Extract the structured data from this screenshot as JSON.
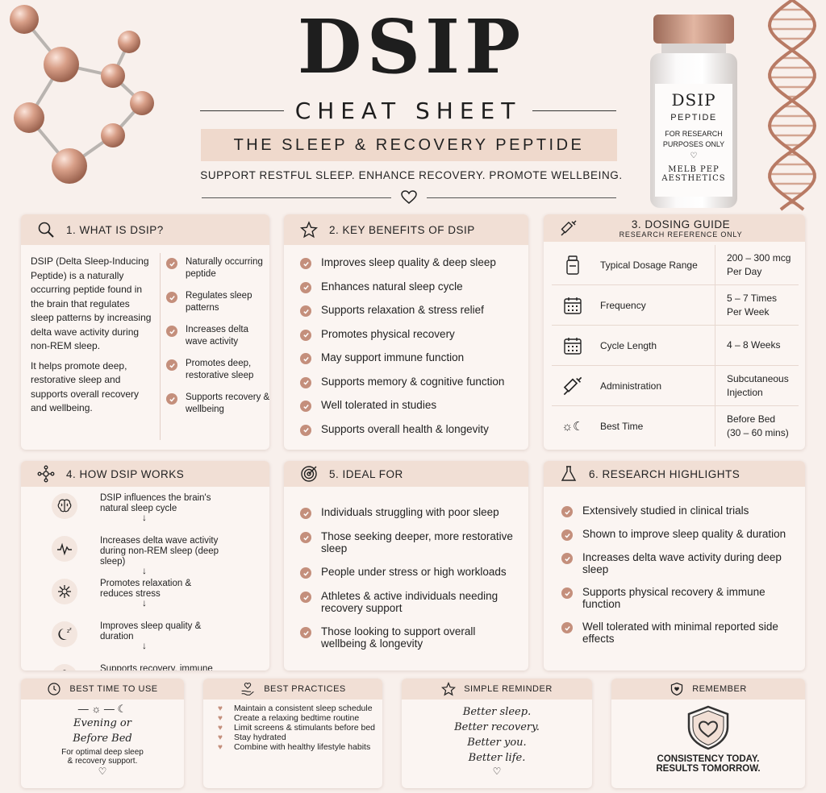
{
  "header": {
    "title": "DSIP",
    "subtitle": "CHEAT SHEET",
    "banner": "THE SLEEP & RECOVERY PEPTIDE",
    "tagline": "SUPPORT RESTFUL SLEEP. ENHANCE RECOVERY. PROMOTE WELLBEING."
  },
  "vial": {
    "name": "DSIP",
    "type": "PEPTIDE",
    "note": "FOR RESEARCH PURPOSES ONLY",
    "brand_line1": "MELB PEP",
    "brand_line2": "AESTHETICS"
  },
  "what_is": {
    "heading": "1. WHAT IS DSIP?",
    "paragraph1": "DSIP (Delta Sleep-Inducing Peptide) is a naturally occurring peptide found in the brain that regulates sleep patterns by increasing delta wave activity during non-REM sleep.",
    "paragraph2": "It helps promote deep, restorative sleep and supports overall recovery and wellbeing.",
    "points": [
      "Naturally occurring peptide",
      "Regulates sleep patterns",
      "Increases delta wave activity",
      "Promotes deep, restorative sleep",
      "Supports recovery & wellbeing"
    ]
  },
  "benefits": {
    "heading": "2. KEY BENEFITS OF DSIP",
    "items": [
      "Improves sleep quality & deep sleep",
      "Enhances natural sleep cycle",
      "Supports relaxation & stress relief",
      "Promotes physical recovery",
      "May support immune function",
      "Supports memory & cognitive function",
      "Well tolerated in studies",
      "Supports overall health & longevity"
    ]
  },
  "dosing": {
    "heading": "3. DOSING GUIDE",
    "subheading": "RESEARCH REFERENCE ONLY",
    "rows": [
      {
        "label": "Typical Dosage Range",
        "value1": "200 – 300 mcg",
        "value2": "Per Day"
      },
      {
        "label": "Frequency",
        "value1": "5 – 7 Times",
        "value2": "Per Week"
      },
      {
        "label": "Cycle Length",
        "value1": "4 – 8 Weeks",
        "value2": ""
      },
      {
        "label": "Administration",
        "value1": "Subcutaneous",
        "value2": "Injection"
      },
      {
        "label": "Best Time",
        "value1": "Before Bed",
        "value2": "(30 – 60 mins)"
      }
    ]
  },
  "how_works": {
    "heading": "4. HOW DSIP WORKS",
    "steps": [
      "DSIP influences the brain's natural sleep cycle",
      "Increases delta wave activity during non-REM sleep (deep sleep)",
      "Promotes relaxation & reduces stress",
      "Improves sleep quality & duration",
      "Supports recovery, immune function & overall wellbeing"
    ],
    "icons": [
      "brain-icon",
      "wave-icon",
      "calm-icon",
      "moon-icon",
      "shield-icon"
    ]
  },
  "ideal_for": {
    "heading": "5. IDEAL FOR",
    "items": [
      "Individuals struggling with poor sleep",
      "Those seeking deeper, more restorative sleep",
      "People under stress or high workloads",
      "Athletes & active individuals needing recovery support",
      "Those looking to support overall wellbeing & longevity"
    ]
  },
  "research": {
    "heading": "6. RESEARCH HIGHLIGHTS",
    "items": [
      "Extensively studied in clinical trials",
      "Shown to improve sleep quality & duration",
      "Increases delta wave activity during deep sleep",
      "Supports physical recovery & immune function",
      "Well tolerated with minimal reported side effects"
    ]
  },
  "best_time": {
    "heading": "BEST TIME TO USE",
    "script_line1": "Evening or",
    "script_line2": "Before Bed",
    "note1": "For optimal deep sleep",
    "note2": "& recovery support."
  },
  "practices": {
    "heading": "BEST PRACTICES",
    "items": [
      "Maintain a consistent sleep schedule",
      "Create a relaxing bedtime routine",
      "Limit screens & stimulants before bed",
      "Stay hydrated",
      "Combine with healthy lifestyle habits"
    ]
  },
  "reminder": {
    "heading": "SIMPLE REMINDER",
    "lines": [
      "Better sleep.",
      "Better recovery.",
      "Better you.",
      "Better life."
    ]
  },
  "remember": {
    "heading": "REMEMBER",
    "line1": "CONSISTENCY TODAY.",
    "line2": "RESULTS TOMORROW."
  },
  "colors": {
    "accent": "#c48f7c",
    "header_band": "#f1dfd5",
    "background": "#f8f0ec"
  }
}
